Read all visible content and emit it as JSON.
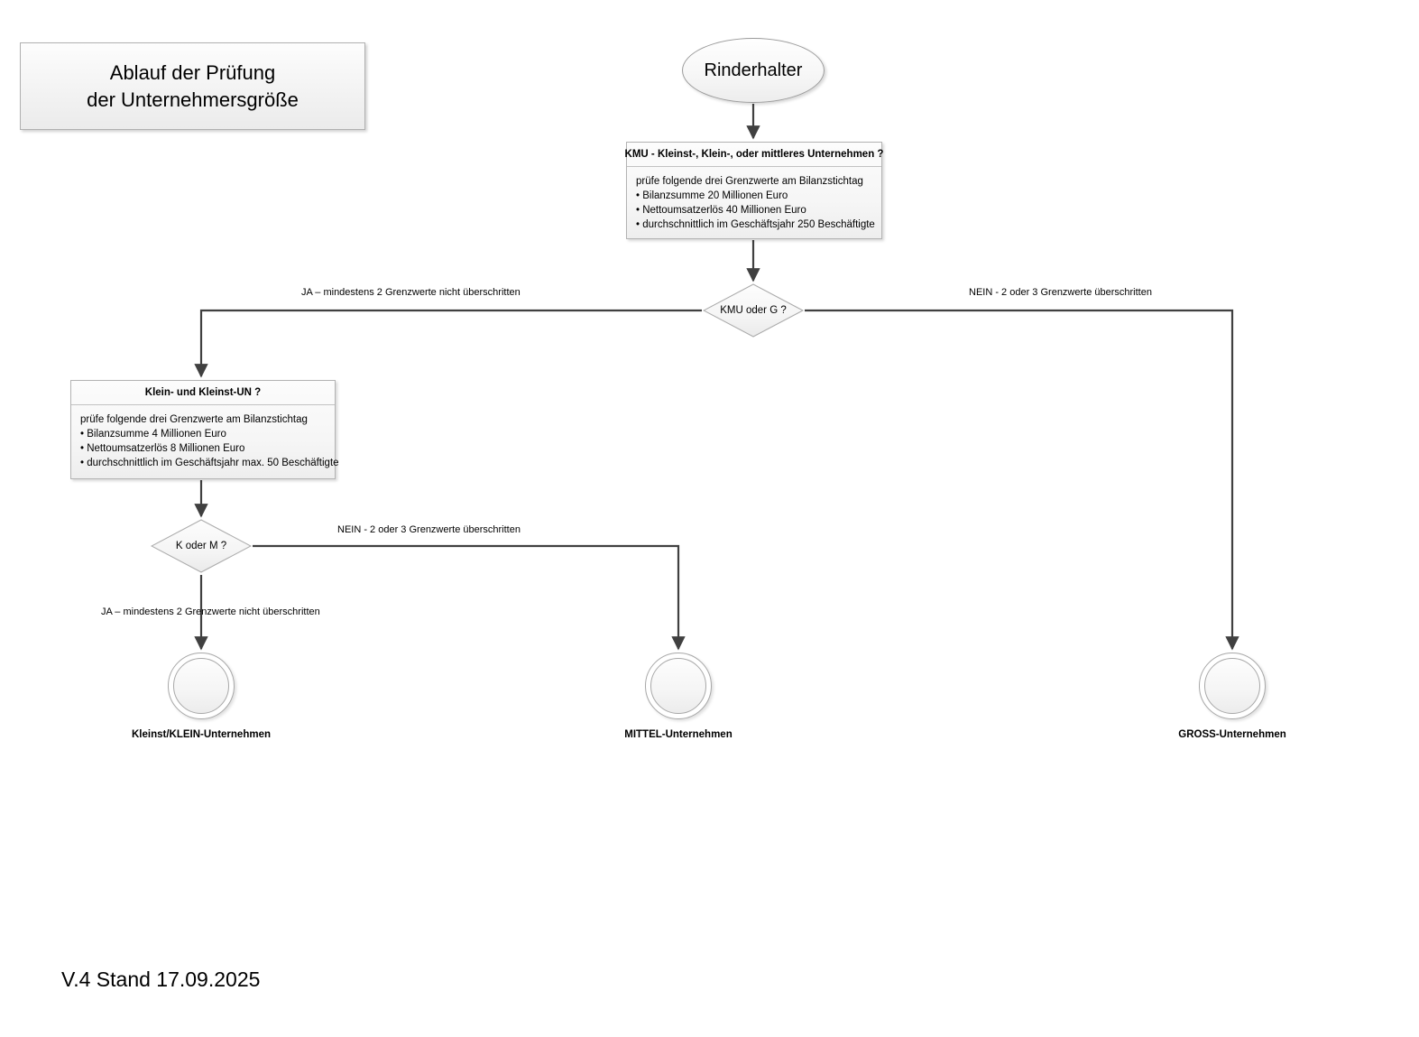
{
  "diagram": {
    "title_lines": [
      "Ablauf der Prüfung",
      "der Unternehmersgröße"
    ],
    "footer": "V.4 Stand 17.09.2025",
    "start": {
      "label": "Rinderhalter"
    },
    "boxes": [
      {
        "id": "kmu",
        "header": "KMU - Kleinst-, Klein-, oder mittleres Unternehmen ?",
        "intro": "prüfe folgende drei Grenzwerte am Bilanzstichtag",
        "items": [
          "• Bilanzsumme 20 Millionen Euro",
          "• Nettoumsatzerlös 40 Millionen Euro",
          "• durchschnittlich im Geschäftsjahr 250 Beschäftigte"
        ]
      },
      {
        "id": "klein",
        "header": "Klein- und Kleinst-UN ?",
        "intro": "prüfe folgende drei Grenzwerte am Bilanzstichtag",
        "items": [
          "• Bilanzsumme 4 Millionen Euro",
          "• Nettoumsatzerlös 8 Millionen Euro",
          "• durchschnittlich im Geschäftsjahr max. 50 Beschäftigte"
        ]
      }
    ],
    "decisions": [
      {
        "id": "kmu-oder-g",
        "label": "KMU oder G ?"
      },
      {
        "id": "k-oder-m",
        "label": "K oder M ?"
      }
    ],
    "edge_labels": {
      "kmu_ja": "JA – mindestens 2 Grenzwerte nicht überschritten",
      "kmu_nein": "NEIN - 2 oder 3 Grenzwerte überschritten",
      "km_nein": "NEIN - 2 oder 3 Grenzwerte überschritten",
      "km_ja": "JA – mindestens 2 Grenzwerte nicht überschritten"
    },
    "end_nodes": [
      {
        "id": "kleinst-klein",
        "caption": "Kleinst/KLEIN-Unternehmen"
      },
      {
        "id": "mittel",
        "caption": "MITTEL-Unternehmen"
      },
      {
        "id": "gross",
        "caption": "GROSS-Unternehmen"
      }
    ],
    "colors": {
      "background": "#ffffff",
      "connector": "#404040",
      "shape_border": "#b0b0b0",
      "shape_fill_top": "#fcfcfc",
      "shape_fill_bottom": "#ececec",
      "text": "#000000"
    }
  }
}
